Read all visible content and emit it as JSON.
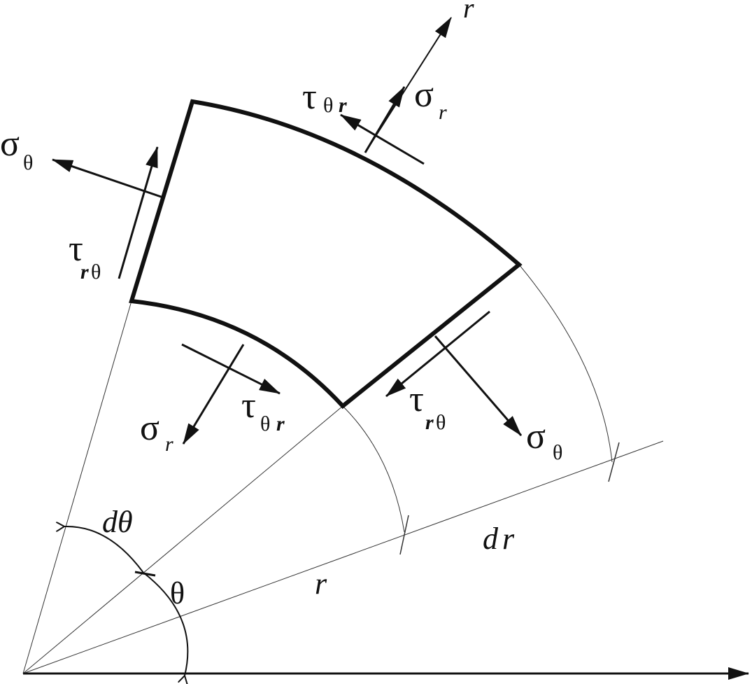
{
  "diagram": {
    "labels": {
      "sigma": "σ",
      "tau": "τ",
      "sub_theta": "θ",
      "sub_r": "r",
      "axis_r": "r",
      "d_theta": "dθ",
      "theta": "θ",
      "radius_r": "r",
      "dr": "dr"
    },
    "colors": {
      "ink": "#111111",
      "thin_line": "#333333",
      "background": "#ffffff"
    }
  }
}
